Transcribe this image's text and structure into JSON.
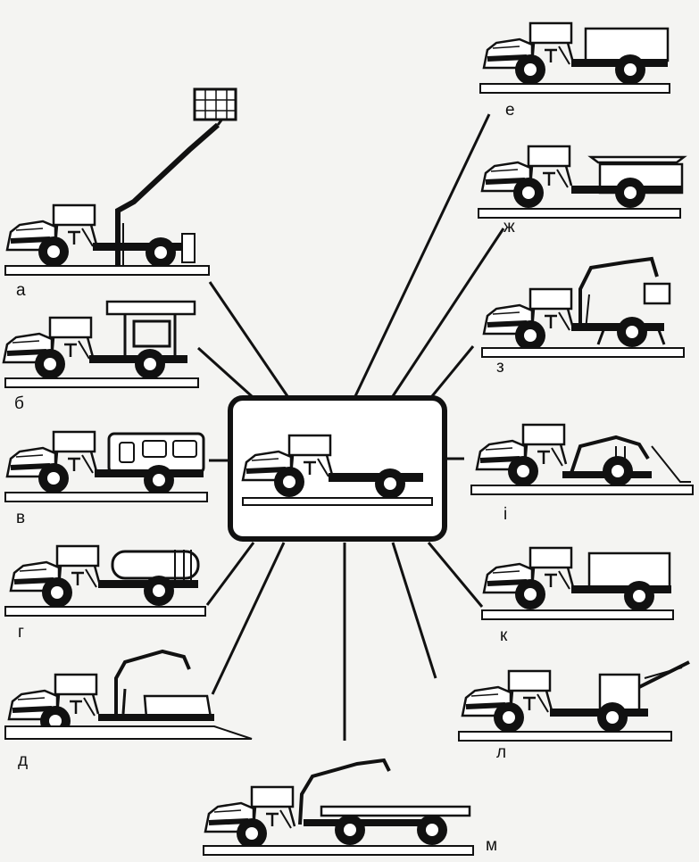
{
  "labels": {
    "a": "а",
    "b": "б",
    "v": "в",
    "g": "г",
    "d": "д",
    "e": "е",
    "zh": "ж",
    "z": "з",
    "i": "і",
    "k": "к",
    "l": "л",
    "m": "м"
  },
  "colors": {
    "ink": "#111111",
    "paper": "#f4f4f2"
  }
}
